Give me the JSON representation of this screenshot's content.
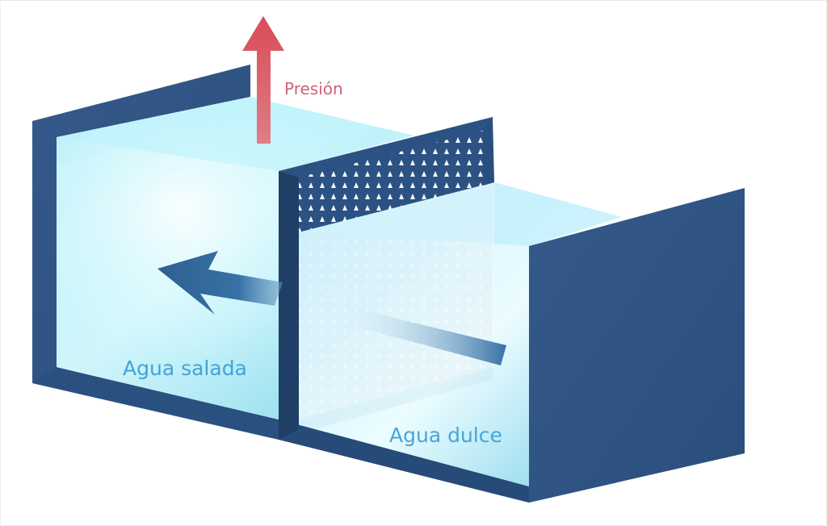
{
  "diagram": {
    "labels": {
      "pressure": "Presión",
      "salt_water": "Agua salada",
      "fresh_water": "Agua dulce"
    },
    "colors": {
      "tank": "#2f5584",
      "tank_dark": "#24466f",
      "water": "#9fe6f2",
      "water_light": "#d8f8fd",
      "pressure_arrow": "#d2535f",
      "flow_arrow": "#3a6fa3",
      "label_blue": "#3d9fd6",
      "label_red": "#d06274"
    }
  }
}
